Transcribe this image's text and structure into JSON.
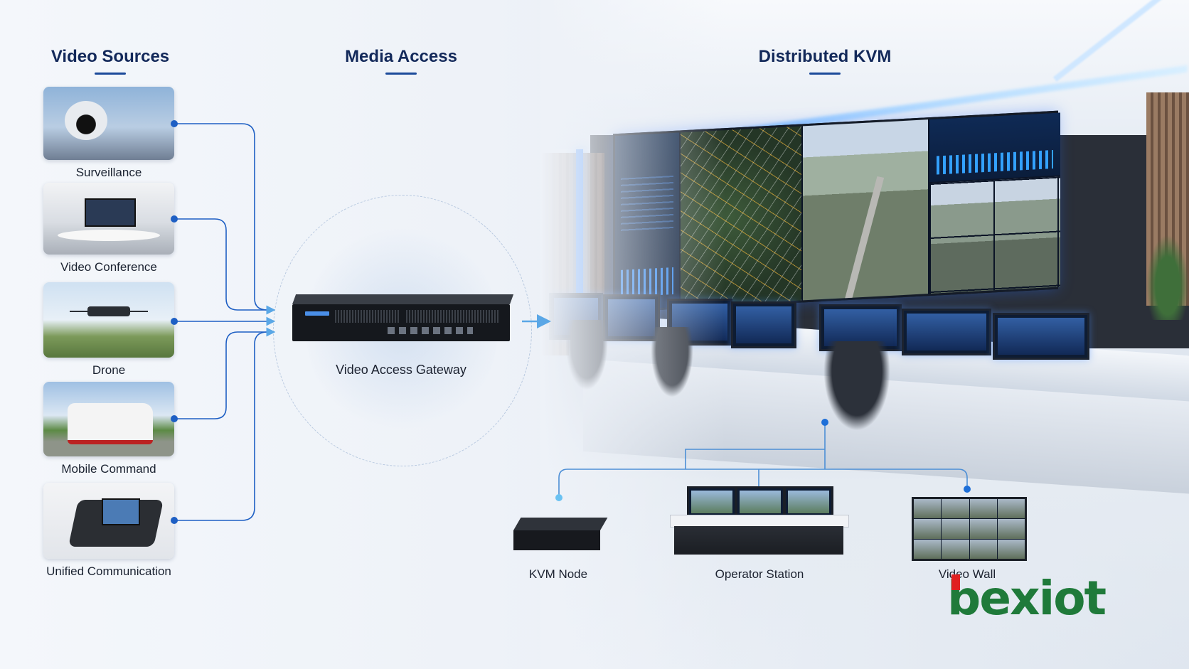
{
  "headers": {
    "sources": "Video Sources",
    "media": "Media Access",
    "kvm": "Distributed KVM"
  },
  "sources": [
    {
      "label": "Surveillance",
      "icon": "surveillance-camera-icon"
    },
    {
      "label": "Video Conference",
      "icon": "conference-room-icon"
    },
    {
      "label": "Drone",
      "icon": "drone-icon"
    },
    {
      "label": "Mobile Command",
      "icon": "command-vehicle-icon"
    },
    {
      "label": "Unified Communication",
      "icon": "ip-phone-icon"
    }
  ],
  "gateway": {
    "label": "Video Access Gateway"
  },
  "kvm_devices": [
    {
      "label": "KVM Node"
    },
    {
      "label": "Operator Station"
    },
    {
      "label": "Video Wall"
    }
  ],
  "brand": {
    "logo_text": "bexiot",
    "logo_color": "#1f7a3a",
    "logo_accent": "#e02020"
  },
  "colors": {
    "connector": "#1e5fc4",
    "arrow": "#5aa7e6",
    "heading": "#13295a"
  }
}
